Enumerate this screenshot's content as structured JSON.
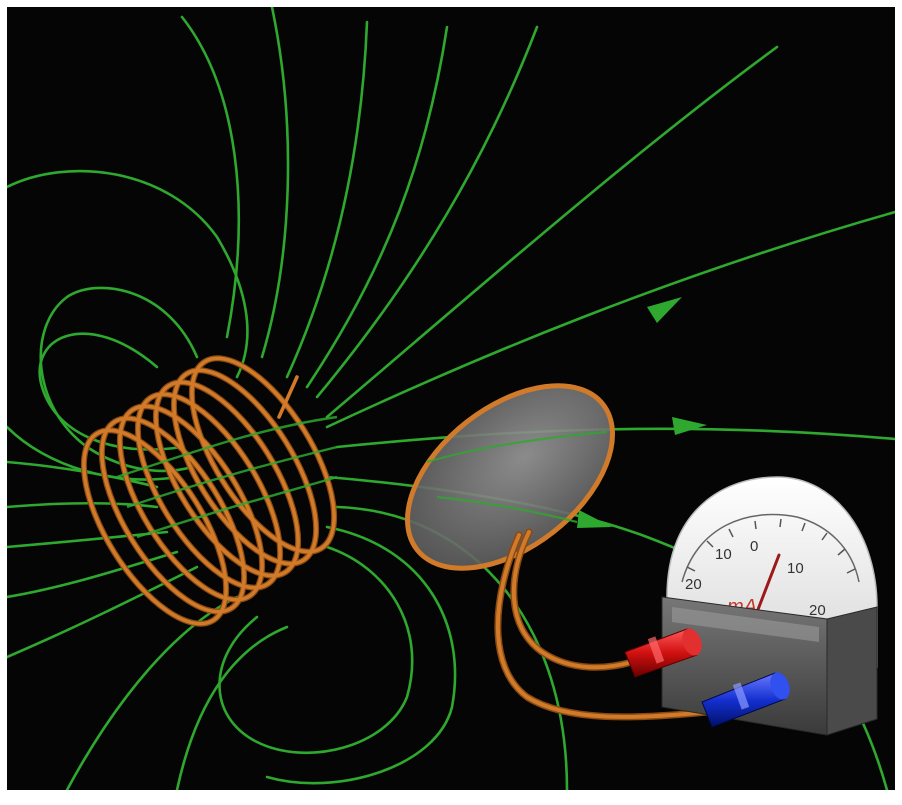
{
  "colors": {
    "background": "#050505",
    "field_lines": "#2fa82f",
    "copper": "#d07a2a",
    "copper_dark": "#8a4a12",
    "loop_fill": "#7a7a7a",
    "meter_face": "#f3f3f3",
    "meter_base": "#555555",
    "needle": "#9b1b1b",
    "red_plug": "#d01010",
    "blue_plug": "#1430d0"
  },
  "icons": {
    "coil": "solenoid-coil-icon",
    "loop": "wire-loop-icon",
    "meter": "galvanometer-icon"
  },
  "meter": {
    "unit": "mA",
    "ticks": [
      {
        "value": -20,
        "label": "20"
      },
      {
        "value": -10,
        "label": "10"
      },
      {
        "value": 0,
        "label": "0"
      },
      {
        "value": 10,
        "label": "10"
      },
      {
        "value": 20,
        "label": "20"
      }
    ],
    "reading": 6
  }
}
